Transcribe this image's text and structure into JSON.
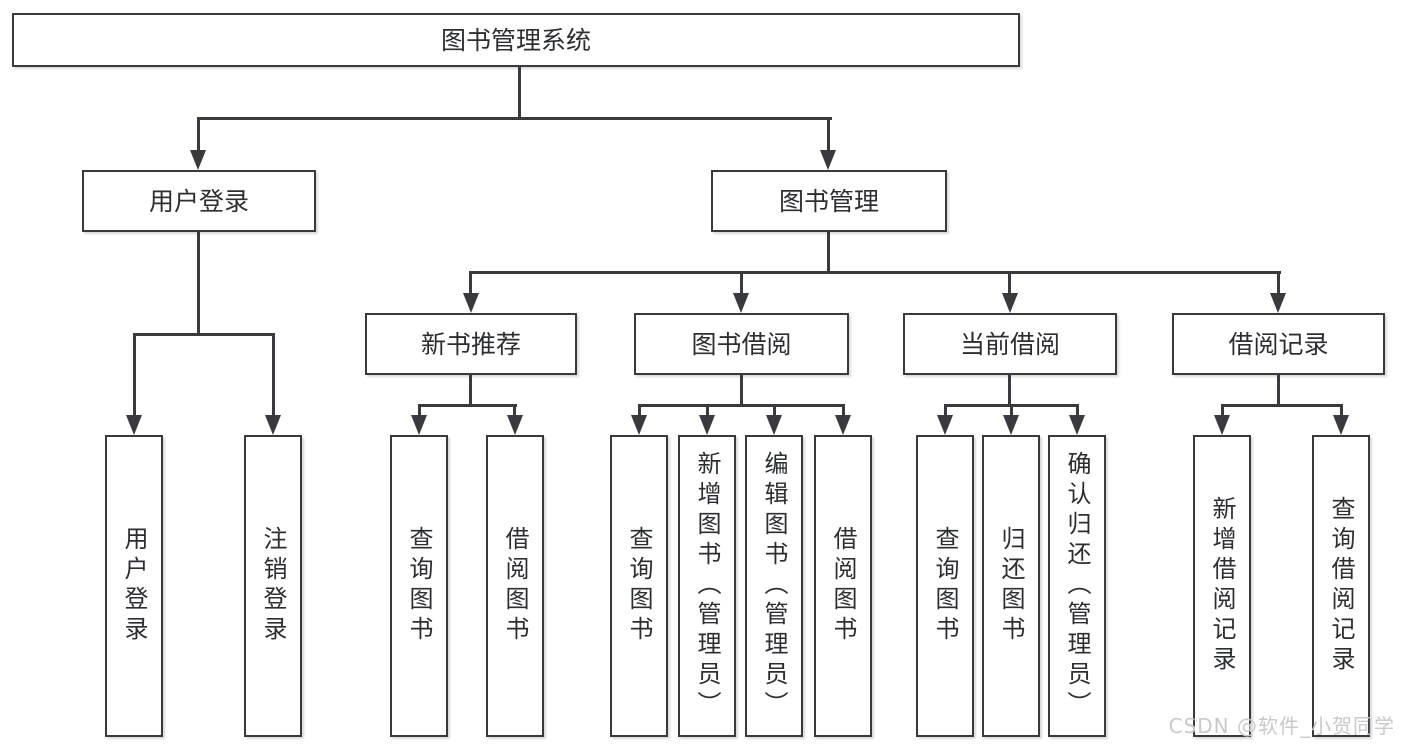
{
  "tree": {
    "label": "图书管理系统",
    "children": [
      {
        "label": "用户登录",
        "children": [
          {
            "label": "用户登录"
          },
          {
            "label": "注销登录"
          }
        ]
      },
      {
        "label": "图书管理",
        "children": [
          {
            "label": "新书推荐",
            "children": [
              {
                "label": "查询图书"
              },
              {
                "label": "借阅图书"
              }
            ]
          },
          {
            "label": "图书借阅",
            "children": [
              {
                "label": "查询图书"
              },
              {
                "label": "新增图书（管理员）"
              },
              {
                "label": "编辑图书（管理员）"
              },
              {
                "label": "借阅图书"
              }
            ]
          },
          {
            "label": "当前借阅",
            "children": [
              {
                "label": "查询图书"
              },
              {
                "label": "归还图书"
              },
              {
                "label": "确认归还（管理员）"
              }
            ]
          },
          {
            "label": "借阅记录",
            "children": [
              {
                "label": "新增借阅记录"
              },
              {
                "label": "查询借阅记录"
              }
            ]
          }
        ]
      }
    ]
  },
  "watermark": {
    "text": "CSDN @软件_小贺同学"
  },
  "icons": {
    "arrowhead_down": "solid down triangle (css shape)"
  },
  "colors": {
    "line": "#3a3a3e",
    "text": "#2c2e32",
    "watermark": "#c9c9cb",
    "background": "#ffffff"
  }
}
